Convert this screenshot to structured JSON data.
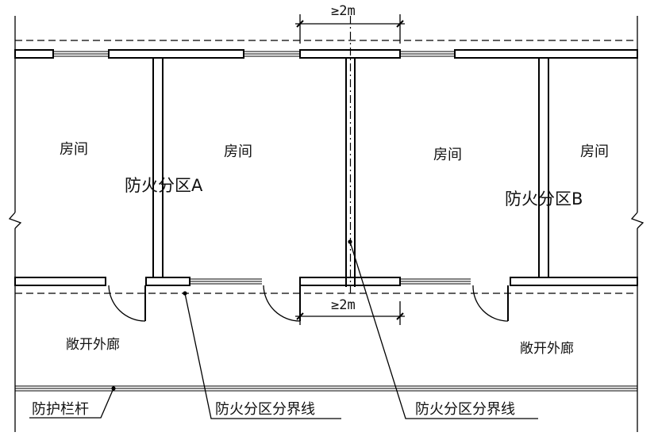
{
  "labels": {
    "room": "房间",
    "zone_a": "防火分区A",
    "zone_b": "防火分区B",
    "open_corridor": "敞开外廊",
    "railing": "防护栏杆",
    "boundary_line": "防火分区分界线",
    "dim_min_distance": "≥2m"
  },
  "colors": {
    "line": "#000000",
    "text": "#111111",
    "background": "#ffffff"
  }
}
